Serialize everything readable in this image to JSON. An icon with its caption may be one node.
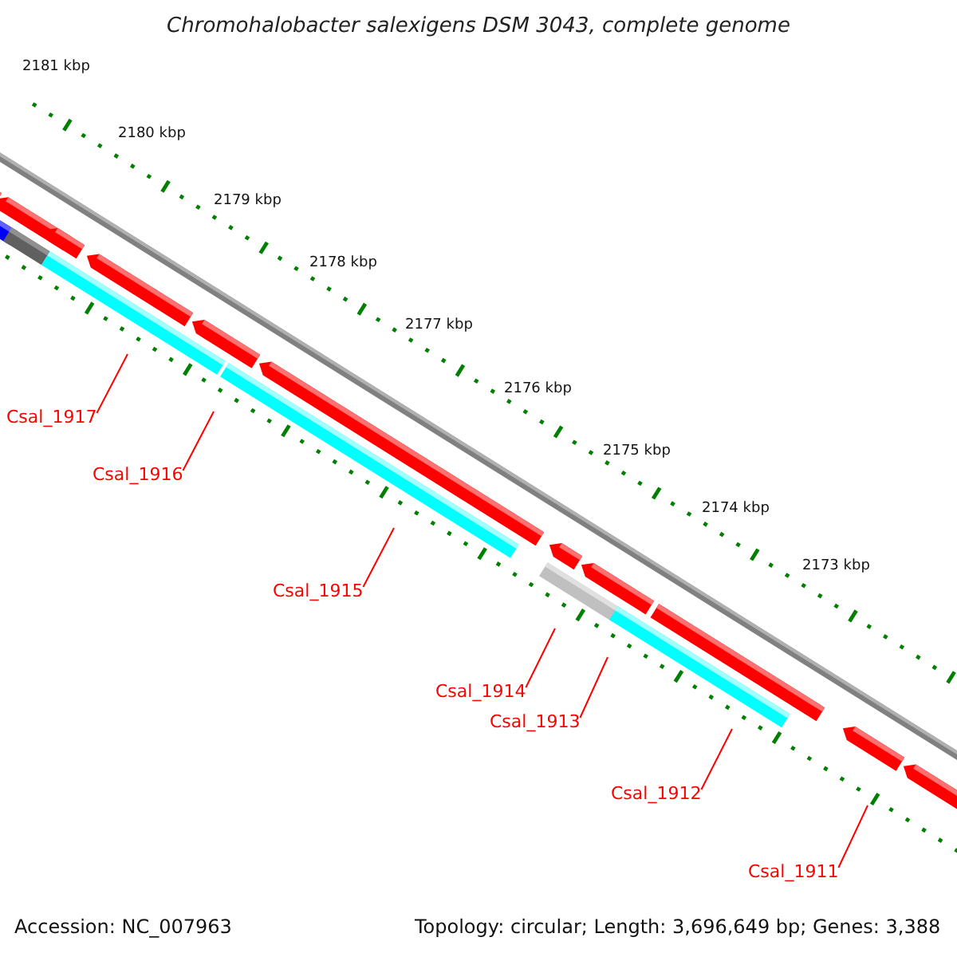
{
  "diagram": {
    "title": "Chromohalobacter salexigens DSM 3043, complete genome",
    "nodes": [
      {
        "text": [
          "Csal_1917"
        ]
      },
      {
        "text": [
          "Csal_1916"
        ]
      },
      {
        "text": [
          "Csal_1915"
        ]
      },
      {
        "text": [
          "Csal_1914"
        ]
      },
      {
        "text": [
          "Csal_1913"
        ]
      },
      {
        "text": [
          "Csal_1912"
        ]
      },
      {
        "text": [
          "Csal_1911"
        ]
      }
    ],
    "edges": [
      {
        "from": 0,
        "to": null,
        "arrow": "none",
        "color": "#ff0000"
      },
      {
        "from": 1,
        "to": null,
        "arrow": "none",
        "color": "#ff0000"
      },
      {
        "from": 2,
        "to": null,
        "arrow": "none",
        "color": "#ff0000"
      },
      {
        "from": 3,
        "to": null,
        "arrow": "none",
        "color": "#ff0000"
      },
      {
        "from": 4,
        "to": null,
        "arrow": "none",
        "color": "#ff0000"
      },
      {
        "from": 5,
        "to": null,
        "arrow": "none",
        "color": "#ff0000"
      },
      {
        "from": 6,
        "to": null,
        "arrow": "none",
        "color": "#ff0000"
      }
    ],
    "labels": [
      "2181 kbp",
      "2180 kbp",
      "2179 kbp",
      "2178 kbp",
      "2177 kbp",
      "2176 kbp",
      "2175 kbp",
      "2174 kbp",
      "2173 kbp",
      "Accession: NC_007963",
      "Topology: circular; Length: 3,696,649 bp; Genes: 3,388"
    ]
  }
}
